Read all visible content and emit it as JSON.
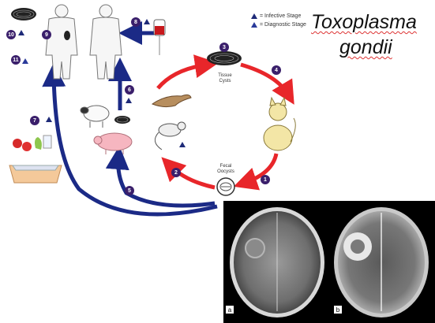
{
  "title": {
    "line1": "Toxoplasma",
    "line2": "gondii"
  },
  "legend": {
    "infective": "= Infective Stage",
    "diagnostic": "= Diagnostic Stage"
  },
  "stage_labels": {
    "tissue_cysts": "Tissue\nCysts",
    "fecal_oocysts": "Fecal\nOocysts"
  },
  "steps": [
    "1",
    "2",
    "3",
    "4",
    "5",
    "6",
    "7",
    "8",
    "9",
    "10",
    "11"
  ],
  "mri_labels": {
    "a": "a",
    "b": "b"
  },
  "colors": {
    "red_arrow": "#e8262a",
    "blue_arrow": "#1b2a86",
    "step_badge": "#3a1f6b",
    "mri_bg": "#000000"
  }
}
